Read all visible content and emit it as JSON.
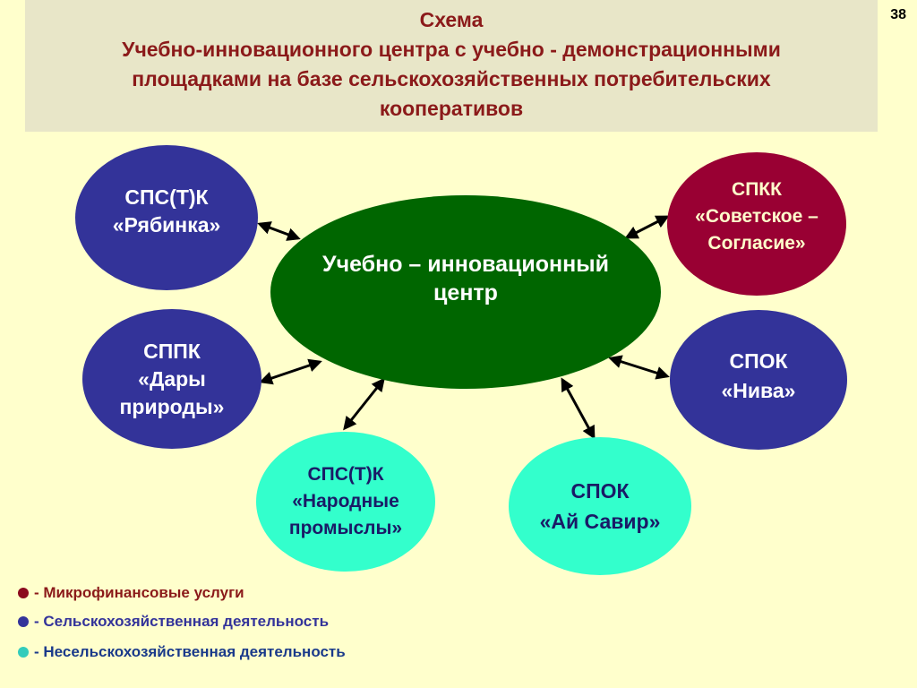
{
  "header": {
    "line1": "Схема",
    "line2": "Учебно-инновационного  центра с  учебно - демонстрационными",
    "line3": "площадками на базе сельскохозяйственных  потребительских",
    "line4": "кооперативов"
  },
  "page_number": "38",
  "center": {
    "line1": "Учебно – инновационный",
    "line2": "центр"
  },
  "nodes": {
    "ryabinka": {
      "line1": "СПС(Т)К",
      "line2": "«Рябинка»"
    },
    "sovetskoe": {
      "line1": "СПКК",
      "line2": "«Советское –",
      "line3": "Согласие»"
    },
    "dary": {
      "line1": "СППК",
      "line2": "«Дары",
      "line3": "природы»"
    },
    "niva": {
      "line1": "СПОК",
      "line2": "«Нива»"
    },
    "narodnye": {
      "line1": "СПС(Т)К",
      "line2": "«Народные",
      "line3": "промыслы»"
    },
    "ay_savir": {
      "line1": "СПОК",
      "line2": "«Ай Савир»"
    }
  },
  "legend": [
    {
      "label": "- Микрофинансовые  услуги",
      "color": "#8b0a1e",
      "text_color": "#8b1a1a"
    },
    {
      "label": "- Сельскохозяйственная деятельность",
      "color": "#33339a",
      "text_color": "#33339a"
    },
    {
      "label": "- Несельскохозяйственная  деятельность",
      "color": "#33ccbb",
      "text_color": "#1a3a8a"
    }
  ],
  "colors": {
    "center": "#006600",
    "agri": "#333399",
    "micro": "#990033",
    "nonagri": "#33ffcc",
    "arrow": "#000000"
  }
}
